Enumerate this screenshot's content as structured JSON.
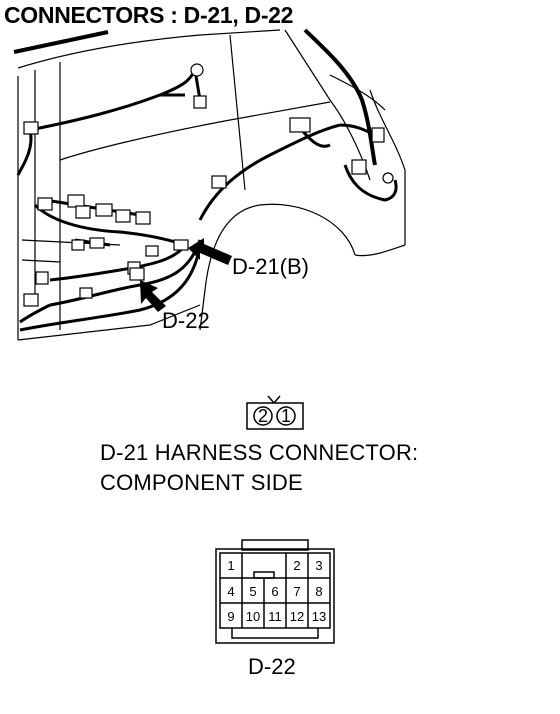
{
  "title": "CONNECTORS : D-21, D-22",
  "callouts": {
    "d21": "D-21(B)",
    "d22": "D-22"
  },
  "connector_d21": {
    "pins": [
      "2",
      "1"
    ],
    "caption_line1": "D-21 HARNESS CONNECTOR:",
    "caption_line2": "COMPONENT SIDE"
  },
  "connector_d22": {
    "label": "D-22",
    "pins": [
      "1",
      "2",
      "3",
      "4",
      "5",
      "6",
      "7",
      "8",
      "9",
      "10",
      "11",
      "12",
      "13"
    ]
  }
}
